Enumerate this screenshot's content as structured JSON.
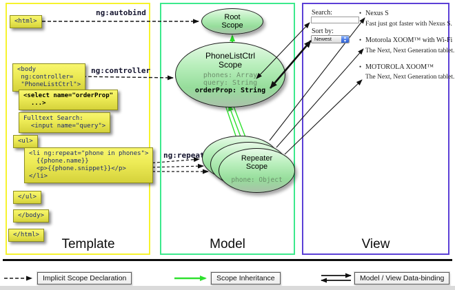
{
  "columns": {
    "template": {
      "label": "Template"
    },
    "model": {
      "label": "Model"
    },
    "view": {
      "label": "View"
    }
  },
  "labels": {
    "ng_autobind": "ng:autobind",
    "ng_controller": "ng:controller",
    "ng_repeat": "ng:repeat"
  },
  "template": {
    "html_open": "<html>",
    "body_open": "<body\n ng:controller=\n \"PhoneListCtrl\">",
    "select_box": "<select name=\"orderProp\"\n  ...>",
    "fulltext_box": "Fulltext Search:\n  <input name=\"query\">",
    "ul_open": "<ul>",
    "li_box": "<li ng:repeat=\"phone in phones\">\n  {{phone.name}}\n  <p>{{phone.snippet}}</p>\n</li>",
    "ul_close": "</ul>",
    "body_close": "</body>",
    "html_close": "</html>"
  },
  "model": {
    "root_scope_title": "Root\nScope",
    "phonelist_title": "PhoneListCtrl\nScope",
    "prop_phones": "phones: Array",
    "prop_query": "query: String",
    "prop_orderprop": "orderProp: String",
    "repeater_title": "Repeater\nScope",
    "prop_phone": "phone: Object"
  },
  "view": {
    "search_label": "Search:",
    "search_value": "",
    "sort_label": "Sort by:",
    "sort_value": "Newest",
    "bullet": "•",
    "items": [
      {
        "name": "Nexus S",
        "desc": "Fast just got faster with Nexus S."
      },
      {
        "name": "Motorola XOOM™ with Wi-Fi",
        "desc": "The Next, Next Generation tablet."
      },
      {
        "name": "MOTOROLA XOOM™",
        "desc": "The Next, Next Generation tablet."
      }
    ]
  },
  "legend": [
    {
      "label": "Implicit Scope Declaration",
      "arrow": "dashed-black"
    },
    {
      "label": "Scope Inheritance",
      "arrow": "solid-green"
    },
    {
      "label": "Model / View Data-binding",
      "arrow": "double-black"
    }
  ],
  "colors": {
    "template_border": "#f6f32d",
    "model_border": "#3ce98c",
    "view_border": "#5b3fd6",
    "code_box_top": "#f8f66e",
    "code_box_bottom": "#d5d23b",
    "scope_fill_top": "#e6f9e6",
    "scope_fill_bottom": "#a9c2a9",
    "inheritance_green": "#2ee02e"
  }
}
